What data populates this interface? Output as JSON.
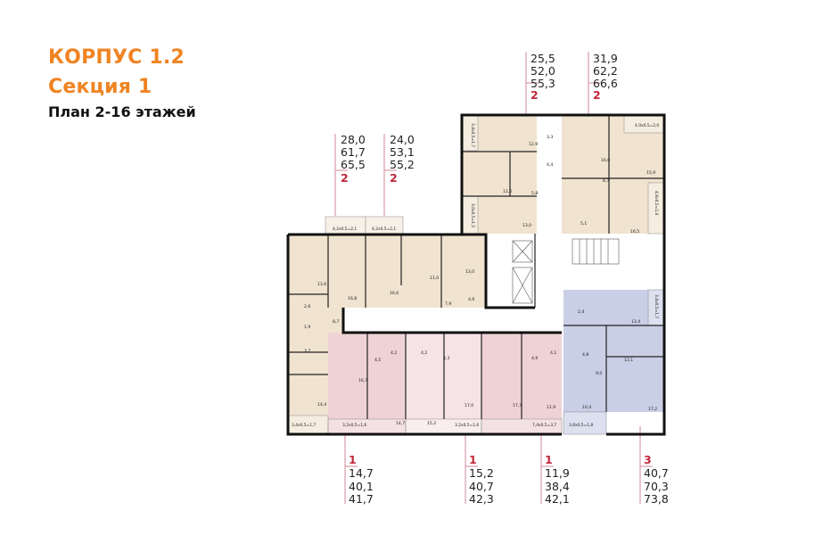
{
  "header": {
    "building": "КОРПУС 1.2",
    "section": "Секция 1",
    "plan": "План 2-16 этажей"
  },
  "colors": {
    "title": "#ef8422",
    "rooms_label": "#c2283c",
    "beige": "#f0e3cf",
    "pink": "#efd2d6",
    "light_pink": "#f6e3e5",
    "blue": "#c9cfe6"
  },
  "apartments": [
    {
      "id": "a",
      "rooms": "2",
      "values": [
        "28,0",
        "61,7",
        "65,5"
      ]
    },
    {
      "id": "b",
      "rooms": "2",
      "values": [
        "24,0",
        "53,1",
        "55,2"
      ]
    },
    {
      "id": "c",
      "rooms": "2",
      "values": [
        "25,5",
        "52,0",
        "55,3"
      ]
    },
    {
      "id": "d",
      "rooms": "2",
      "values": [
        "31,9",
        "62,2",
        "66,6"
      ]
    },
    {
      "id": "e",
      "rooms": "1",
      "values": [
        "14,7",
        "40,1",
        "41,7"
      ]
    },
    {
      "id": "f",
      "rooms": "1",
      "values": [
        "15,2",
        "40,7",
        "42,3"
      ]
    },
    {
      "id": "g",
      "rooms": "1",
      "values": [
        "11,9",
        "38,4",
        "42,1"
      ]
    },
    {
      "id": "h",
      "rooms": "3",
      "values": [
        "40,7",
        "70,3",
        "73,8"
      ]
    }
  ],
  "room_areas": [
    "13,6",
    "2,6",
    "1,9",
    "3,7",
    "14,4",
    "8,7",
    "16,8",
    "16,6",
    "11,0",
    "13,0",
    "7,9",
    "4,6",
    "12,9",
    "3,3",
    "4,4",
    "12,6",
    "5,8",
    "13,0",
    "16,0",
    "15,9",
    "8,7",
    "5,1",
    "16,5",
    "16,7",
    "4,5",
    "4,2",
    "14,7",
    "4,2",
    "4,3",
    "15,2",
    "17,0",
    "17,3",
    "4,9",
    "4,1",
    "11,9",
    "2,4",
    "13,4",
    "4,8",
    "9,0",
    "13,1",
    "10,4",
    "17,2"
  ],
  "balconies": [
    "3,4x0,5=1,7",
    "4,2x0,5=2,1",
    "4,2x0,5=2,1",
    "3,4x0,5=1,7",
    "3,0x0,5=1,5",
    "4,0x0,5=2,0",
    "4,8x0,5=2,4",
    "3,2x0,5=1,6",
    "3,2x0,5=1,6",
    "7,4x0,5=3,7",
    "3,6x0,5=1,8",
    "3,4x0,5=1,7"
  ]
}
